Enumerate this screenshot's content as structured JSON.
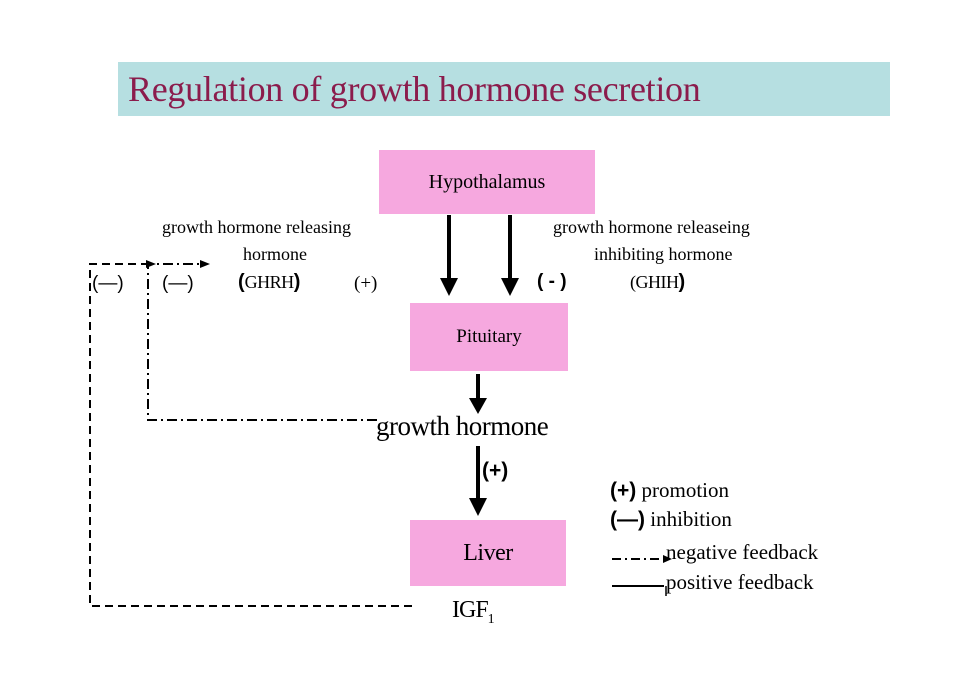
{
  "title": "Regulation of growth hormone secretion",
  "nodes": {
    "hypothalamus": "Hypothalamus",
    "pituitary": "Pituitary",
    "liver": "Liver"
  },
  "labels": {
    "ghrh_line1": "growth hormone releasing",
    "ghrh_line2": "hormone",
    "ghrh_abbr": "GHRH",
    "plus_ghrh": "(+)",
    "ghih_line1": "growth hormone releaseing",
    "ghih_line2": "inhibiting hormone",
    "minus_ghih": "( - )",
    "ghih_abbr": "(GHIH",
    "inhibit_left": "(—)",
    "inhibit_mid": "(—)",
    "growth_hormone": "growth hormone",
    "plus_gh": "(+)",
    "igf": "IGF",
    "igf_sub": "1"
  },
  "legend": {
    "promotion_sym": "(+)",
    "promotion": "promotion",
    "inhibition_sym": "(—)",
    "inhibition": "inhibition",
    "negative_feedback": "negative feedback",
    "positive_feedback": "positive feedback"
  }
}
